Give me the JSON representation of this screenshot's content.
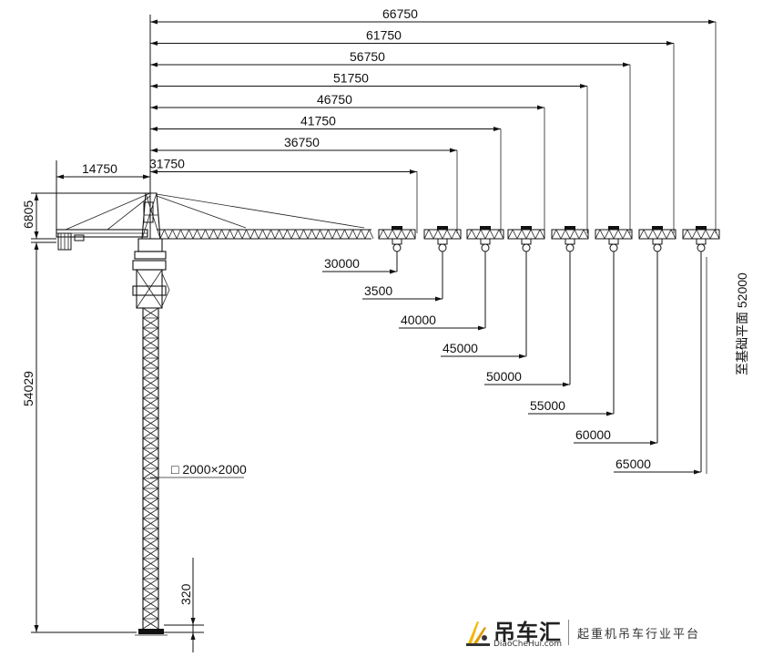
{
  "top_dimensions": [
    "66750",
    "61750",
    "56750",
    "51750",
    "46750",
    "41750",
    "36750",
    "31750"
  ],
  "counter_jib_length": "14750",
  "top_height": "6805",
  "free_height": "54029",
  "base_offset": "320",
  "mast_section": "□ 2000×2000",
  "hook_heights": [
    "30000",
    "3500",
    "40000",
    "45000",
    "50000",
    "55000",
    "60000",
    "65000"
  ],
  "foundation_label": "至基础平面 52000",
  "logo": {
    "brand": "吊车汇",
    "site": "DiaoCheHui.com",
    "slogan": "起重机吊车行业平台"
  },
  "colors": {
    "line": "#111111",
    "accent": "#f2b705"
  }
}
